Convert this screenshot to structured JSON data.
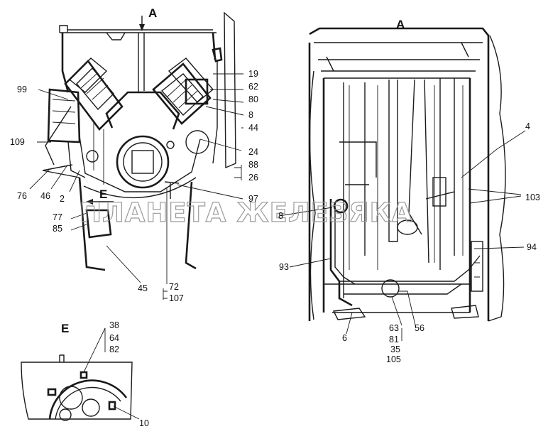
{
  "views": {
    "front_view": {
      "arrow_label": "A",
      "labels": [
        "19",
        "62",
        "80",
        "8",
        "44",
        "24",
        "88",
        "26",
        "97",
        "99",
        "109",
        "76",
        "46",
        "2",
        "77",
        "85",
        "45",
        "72",
        "107"
      ],
      "detail_marker": "E"
    },
    "view_a": {
      "title": "A",
      "labels": [
        "4",
        "103",
        "8",
        "94",
        "93",
        "6",
        "63",
        "81",
        "35",
        "105",
        "56"
      ]
    },
    "detail_e": {
      "title": "E",
      "labels": [
        "38",
        "64",
        "82",
        "10"
      ]
    }
  },
  "watermark": "ПЛАНЕТА ЖЕЛЕЗЯКА"
}
